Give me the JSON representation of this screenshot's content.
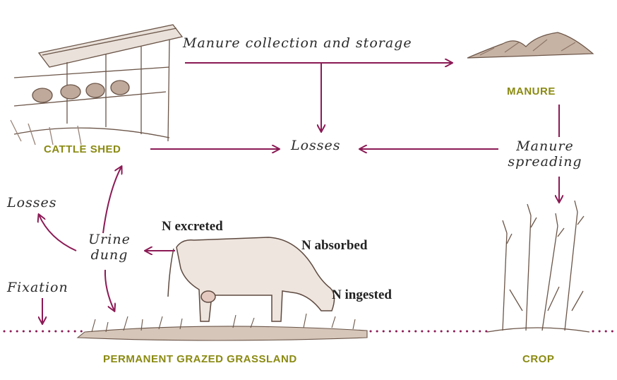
{
  "process_labels": {
    "manure_collection": "Manure collection and storage",
    "losses_center": "Losses",
    "manure_spreading_1": "Manure",
    "manure_spreading_2": "spreading",
    "losses_left": "Losses",
    "urine": "Urine",
    "dung": "dung",
    "fixation": "Fixation"
  },
  "nodes": {
    "cattle_shed": "CATTLE SHED",
    "manure": "MANURE",
    "grassland": "PERMANENT GRAZED GRASSLAND",
    "crop": "CROP"
  },
  "cow_labels": {
    "n_excreted": "N excreted",
    "n_absorbed": "N absorbed",
    "n_ingested": "N ingested"
  },
  "colors": {
    "arrow": "#8b1a55",
    "node_caption": "#8a8a12",
    "sketch": "#7a5a4a"
  }
}
